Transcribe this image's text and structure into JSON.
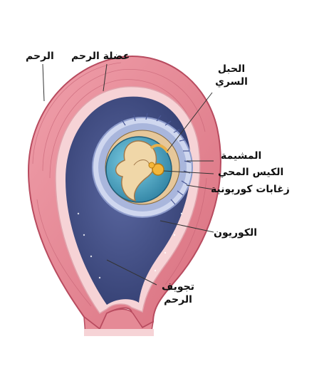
{
  "labels": {
    "uterus": "الرحم",
    "myometrium": "عضلة الرحم",
    "umbilical_cord_line1": "الحبل",
    "umbilical_cord_line2": "السري",
    "placenta": "المشيمة",
    "yolk_sac": "الكيس المحي",
    "chorionic_villi": "زغابات كوريونية",
    "chorion": "الكوريون",
    "uterine_cavity_line1": "تجويف",
    "uterine_cavity_line2": "الرحم"
  },
  "colors": {
    "muscle": "#e58a96",
    "muscle_dark": "#c85a6c",
    "endometrium": "#f6d3d6",
    "cavity": "#3e4c82",
    "cavity_light": "#6f7db0",
    "chorion_villi": "#a9b6dc",
    "amnion": "#4aa6c4",
    "embryo": "#f0d7a8",
    "yolk_sac": "#f4b63a"
  }
}
